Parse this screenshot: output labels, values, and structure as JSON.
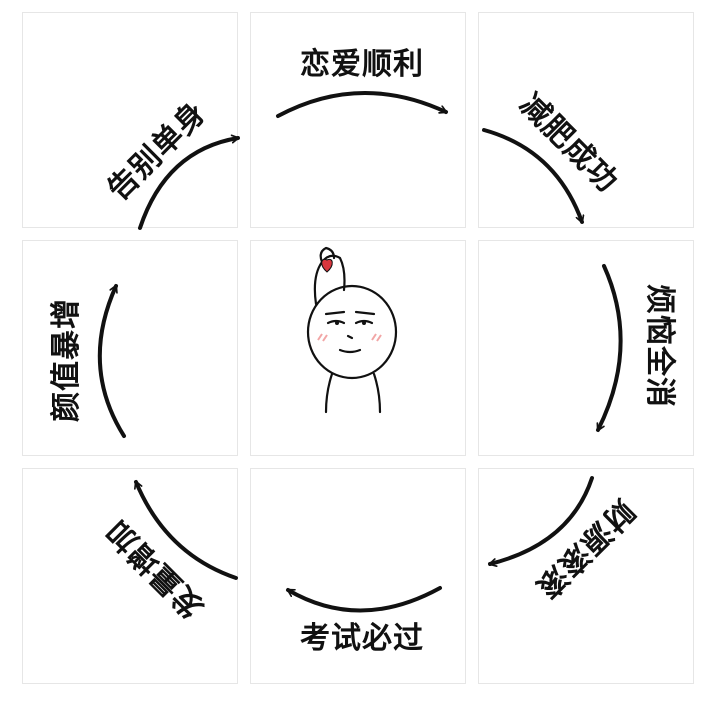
{
  "labels": {
    "top": "恋爱顺利",
    "top_right": "减肥成功",
    "right": "烦恼全消",
    "bottom_right": "财源滚滚",
    "bottom": "考试必过",
    "bottom_left": "发量增加",
    "left": "颜值暴增",
    "top_left": "告别单身"
  },
  "colors": {
    "ink": "#111111",
    "heart": "#d9363e",
    "blush": "#f2a6a6",
    "tile_border": "#e6e6e6"
  },
  "icons": {
    "center": "finger-heart-meme-face"
  }
}
